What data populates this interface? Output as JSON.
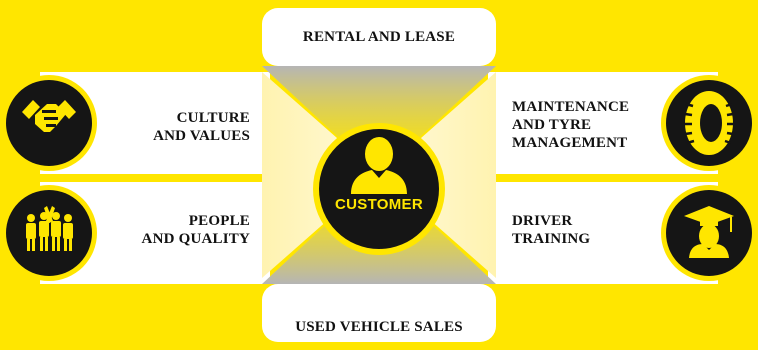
{
  "colors": {
    "brand_yellow": "#FFE600",
    "dark": "#151515",
    "panel": "#FFFFFF",
    "grey": "#BDBDBD"
  },
  "center": {
    "label": "CUSTOMER",
    "icon": "person-icon"
  },
  "services": {
    "top": {
      "label": "RENTAL AND LEASE"
    },
    "bottom": {
      "label": "USED VEHICLE SALES"
    },
    "left_top": {
      "lines": [
        "CULTURE",
        "AND VALUES"
      ],
      "icon": "handshake-icon"
    },
    "left_bottom": {
      "lines": [
        "PEOPLE",
        "AND QUALITY"
      ],
      "icon": "team-icon"
    },
    "right_top": {
      "lines": [
        "MAINTENANCE",
        "AND TYRE",
        "MANAGEMENT"
      ],
      "icon": "tyre-icon"
    },
    "right_bottom": {
      "lines": [
        "DRIVER",
        "TRAINING"
      ],
      "icon": "graduate-icon"
    }
  }
}
